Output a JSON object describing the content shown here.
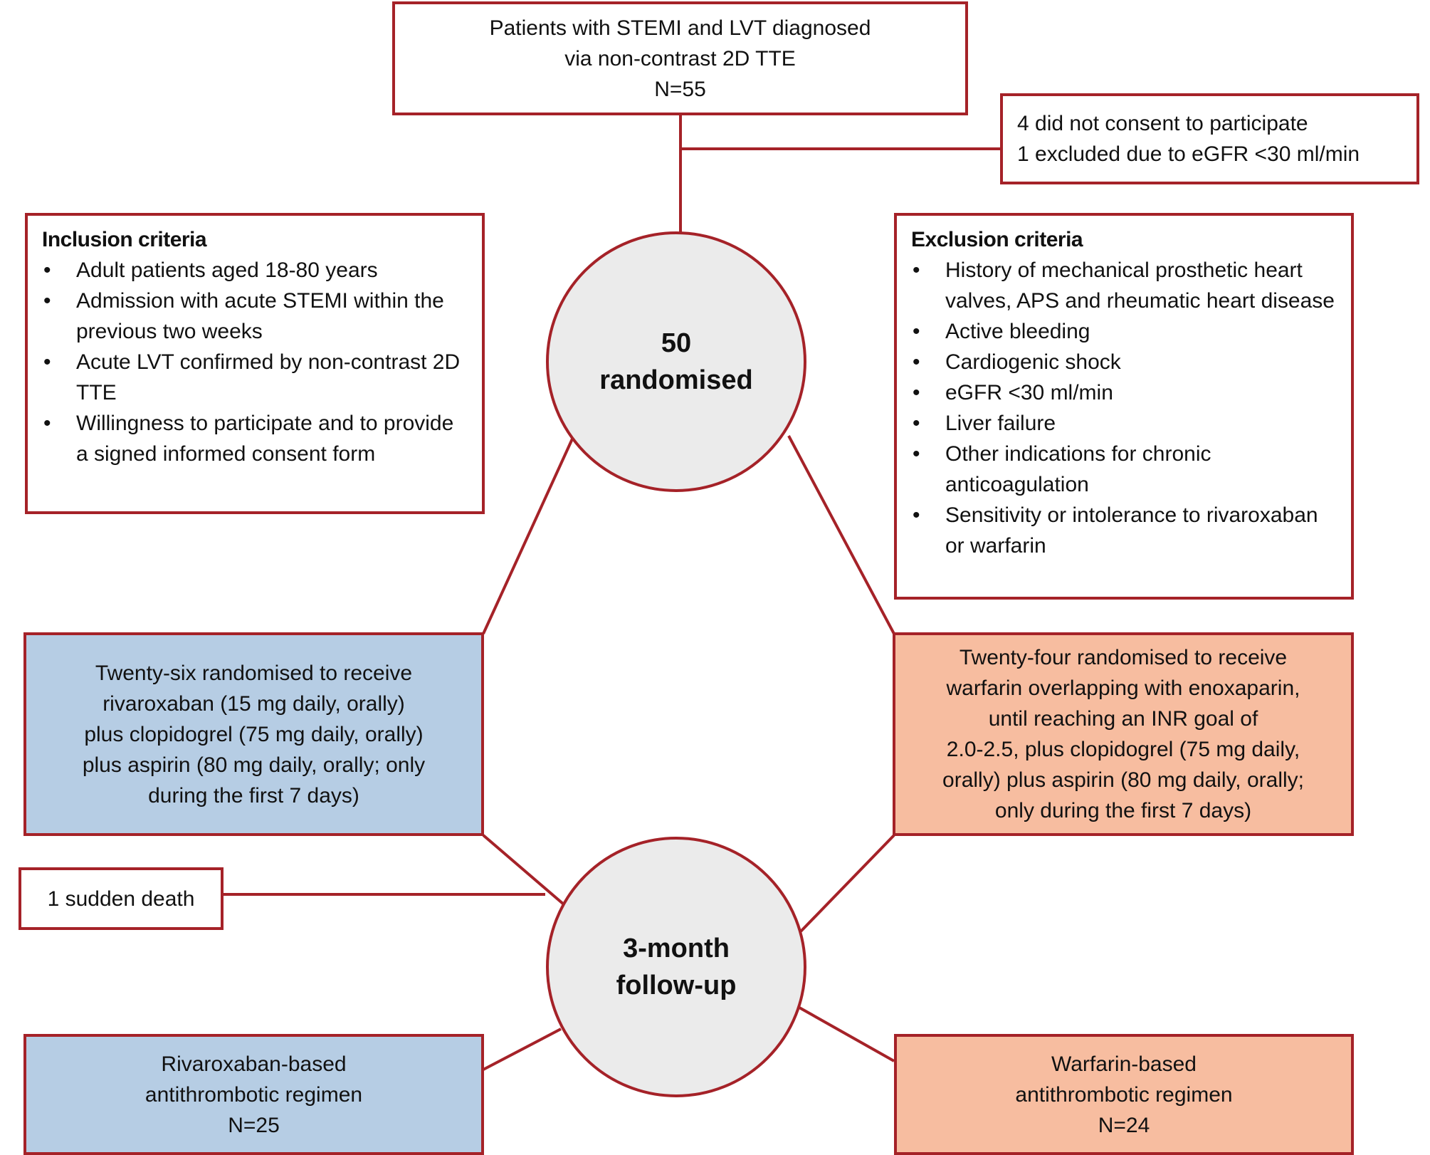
{
  "diagram": {
    "type": "study flow chart",
    "colors": {
      "border": "#a52228",
      "rivaroxaban_fill": "#b6cde4",
      "warfarin_fill": "#f7bda0",
      "circle_fill": "#ebebeb"
    },
    "screening": {
      "lines": [
        "Patients with STEMI and LVT diagnosed",
        "via non-contrast 2D TTE",
        "N=55"
      ]
    },
    "excluded": {
      "lines": [
        "4 did not consent to participate",
        "1 excluded due to eGFR <30 ml/min"
      ]
    },
    "inclusion": {
      "title": "Inclusion criteria",
      "items": [
        "Adult patients aged 18-80 years",
        "Admission with acute STEMI within the previous two weeks",
        "Acute LVT confirmed by non-contrast 2D TTE",
        "Willingness to participate and to provide a signed informed consent form"
      ]
    },
    "exclusion": {
      "title": "Exclusion criteria",
      "items": [
        "History of mechanical prosthetic heart valves, APS and rheumatic heart disease",
        "Active bleeding",
        "Cardiogenic shock",
        "eGFR <30 ml/min",
        "Liver failure",
        "Other indications for chronic anticoagulation",
        "Sensitivity or intolerance to rivaroxaban or warfarin"
      ]
    },
    "randomised": {
      "lines": [
        "50",
        "randomised"
      ]
    },
    "rivaroxaban_arm": {
      "lines": [
        "Twenty-six randomised to receive",
        "rivaroxaban (15 mg daily, orally)",
        "plus clopidogrel (75 mg daily, orally)",
        "plus aspirin (80 mg daily, orally; only",
        "during the first 7 days)"
      ]
    },
    "warfarin_arm": {
      "lines": [
        "Twenty-four randomised to receive",
        "warfarin overlapping with enoxaparin,",
        "until reaching an INR goal of",
        "2.0-2.5, plus clopidogrel (75 mg daily,",
        "orally) plus aspirin (80 mg daily, orally;",
        "only during the first 7 days)"
      ]
    },
    "lost": {
      "label": "1 sudden death"
    },
    "follow_up": {
      "lines": [
        "3-month",
        "follow-up"
      ]
    },
    "rivaroxaban_result": {
      "lines": [
        "Rivaroxaban-based",
        "antithrombotic regimen",
        "N=25"
      ]
    },
    "warfarin_result": {
      "lines": [
        "Warfarin-based",
        "antithrombotic regimen",
        "N=24"
      ]
    },
    "bullet_glyph": "•"
  }
}
